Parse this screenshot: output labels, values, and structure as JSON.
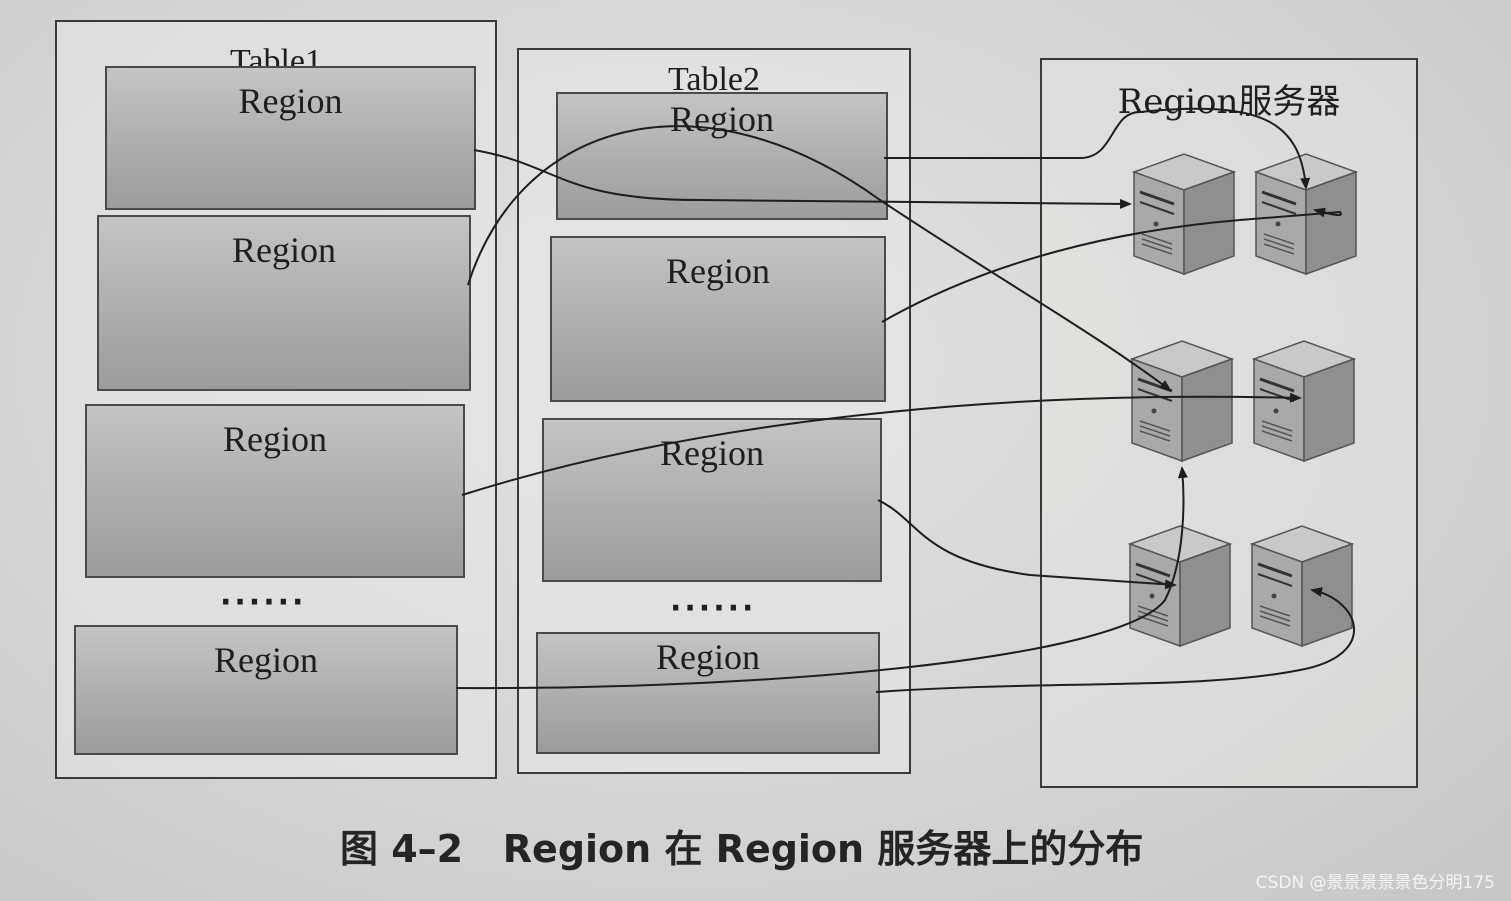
{
  "table1": {
    "title": "Table1",
    "regions": [
      "Region",
      "Region",
      "Region",
      "Region"
    ],
    "ellipsis": "······"
  },
  "table2": {
    "title": "Table2",
    "regions": [
      "Region",
      "Region",
      "Region",
      "Region"
    ],
    "ellipsis": "······"
  },
  "servers": {
    "title": "Region服务器",
    "count": 6
  },
  "caption": "图 4–2   Region 在 Region 服务器上的分布",
  "watermark": "CSDN @景景景景景色分明175"
}
